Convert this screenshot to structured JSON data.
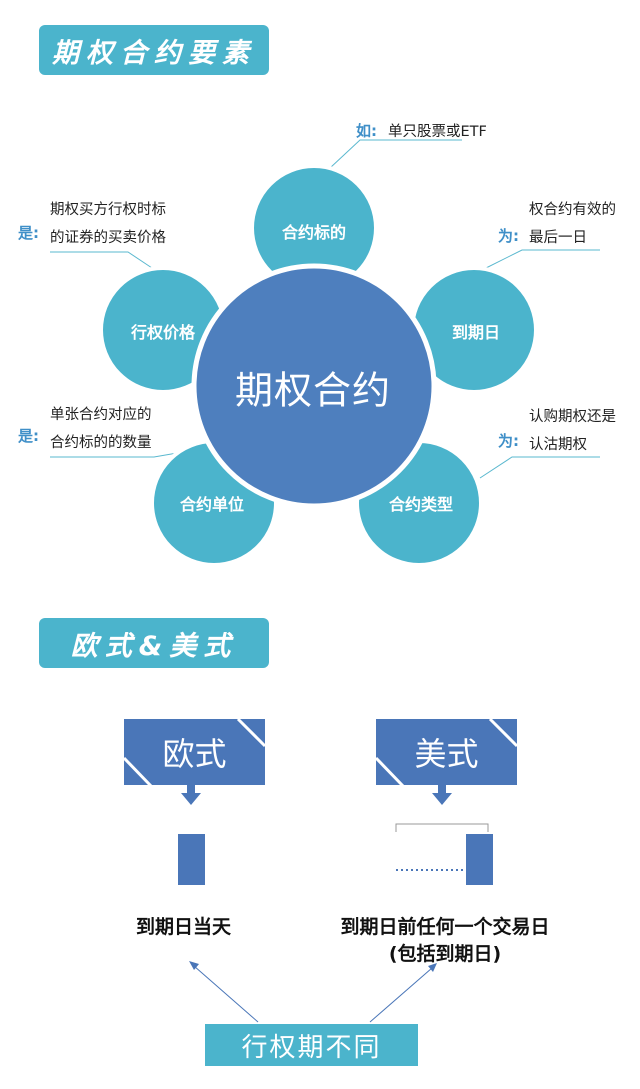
{
  "section1": {
    "title": "期权合约要素",
    "center": "期权合约",
    "petals": {
      "underlying": "合约标的",
      "expiry": "到期日",
      "type": "合约类型",
      "unit": "合约单位",
      "strike": "行权价格"
    },
    "notes": {
      "underlying": {
        "prefix": "如:",
        "text": "单只股票或ETF"
      },
      "expiry": {
        "prefix": "为:",
        "line1": "权合约有效的",
        "line2": "最后一日"
      },
      "type": {
        "prefix": "为:",
        "line1": "认购期权还是",
        "line2": "认沽期权"
      },
      "unit": {
        "prefix": "是:",
        "line1": "单张合约对应的",
        "line2": "合约标的的数量"
      },
      "strike": {
        "prefix": "是:",
        "line1": "期权买方行权时标",
        "line2": "的证券的买卖价格"
      }
    }
  },
  "section2": {
    "title": "欧式&美式",
    "european": {
      "label": "欧式",
      "caption": "到期日当天"
    },
    "american": {
      "label": "美式",
      "caption_line1": "到期日前任何一个交易日",
      "caption_line2": "(包括到期日)"
    },
    "footer": "行权期不同"
  },
  "colors": {
    "teal": "#4bb4cc",
    "blue": "#4a76b8",
    "center": "#4e7fbe",
    "accent": "#3f8fc8"
  }
}
